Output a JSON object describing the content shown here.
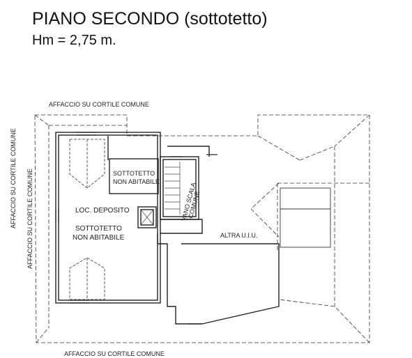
{
  "header": {
    "title": "PIANO SECONDO (sottotetto)",
    "height_note": "Hm = 2,75 m."
  },
  "plan": {
    "labels": {
      "top_side": "AFFACCIO SU CORTILE COMUNE",
      "bottom_side": "AFFACCIO SU CORTILE COMUNE",
      "left_side_outer": "AFFACCIO SU CORTILE COMUNE",
      "left_side_inner": "AFFACCIO SU CORTILE COMUNE",
      "room_sottotetto_small_1": "SOTTOTETTO",
      "room_sottotetto_small_2": "NON ABITABILE",
      "room_deposito": "LOC. DEPOSITO",
      "room_sottotetto_big_1": "SOTTOTETTO",
      "room_sottotetto_big_2": "NON ABITABILE",
      "vano_scala_1": "VANO SCALA",
      "vano_scala_2": "COMUNE",
      "altra_uiu": "ALTRA U.I.U."
    }
  }
}
